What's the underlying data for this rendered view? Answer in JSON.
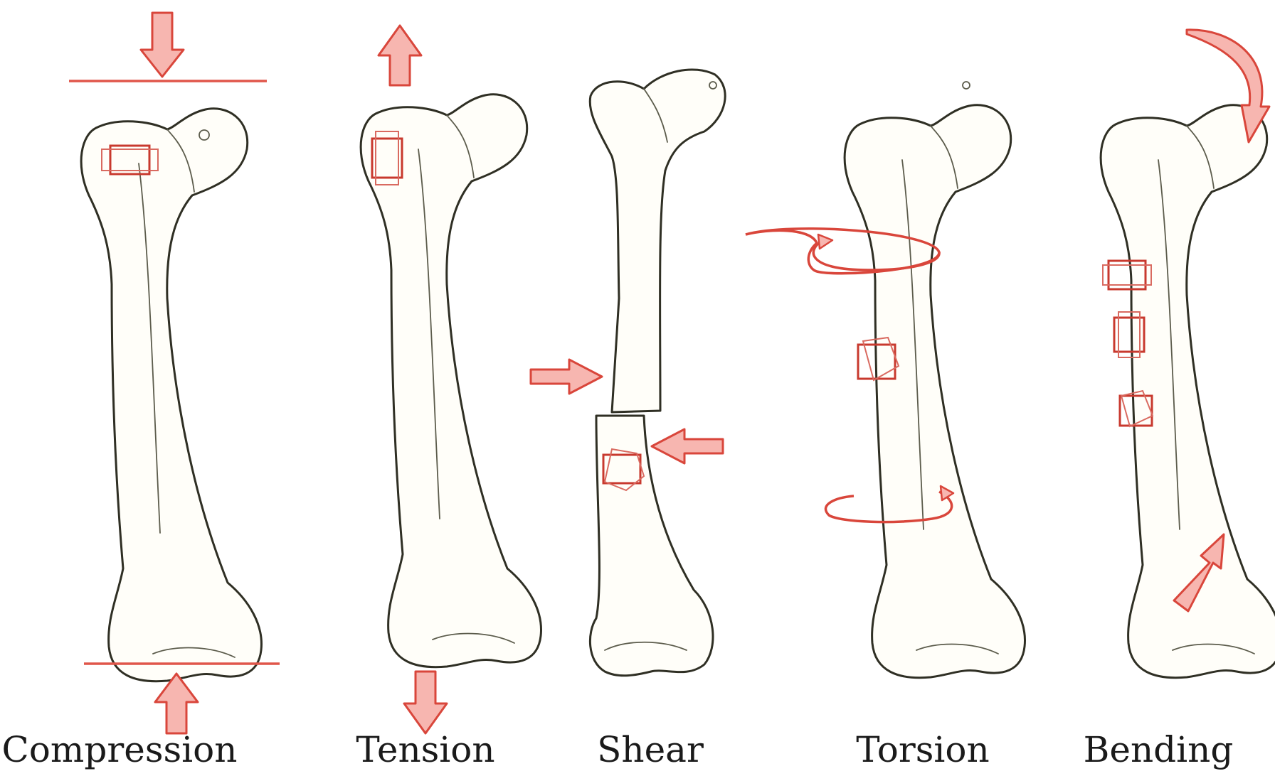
{
  "panels": [
    {
      "id": "compression",
      "label": "Compression"
    },
    {
      "id": "tension",
      "label": "Tension"
    },
    {
      "id": "shear",
      "label": "Shear"
    },
    {
      "id": "torsion",
      "label": "Torsion"
    },
    {
      "id": "bending",
      "label": "Bending"
    }
  ],
  "colors": {
    "bone_fill": "#fffef9",
    "bone_outline": "#2f2f24",
    "force_arrow": "#d9463b",
    "force_arrow_fill": "#f7b6b0",
    "stress_element": "#c8392e"
  }
}
